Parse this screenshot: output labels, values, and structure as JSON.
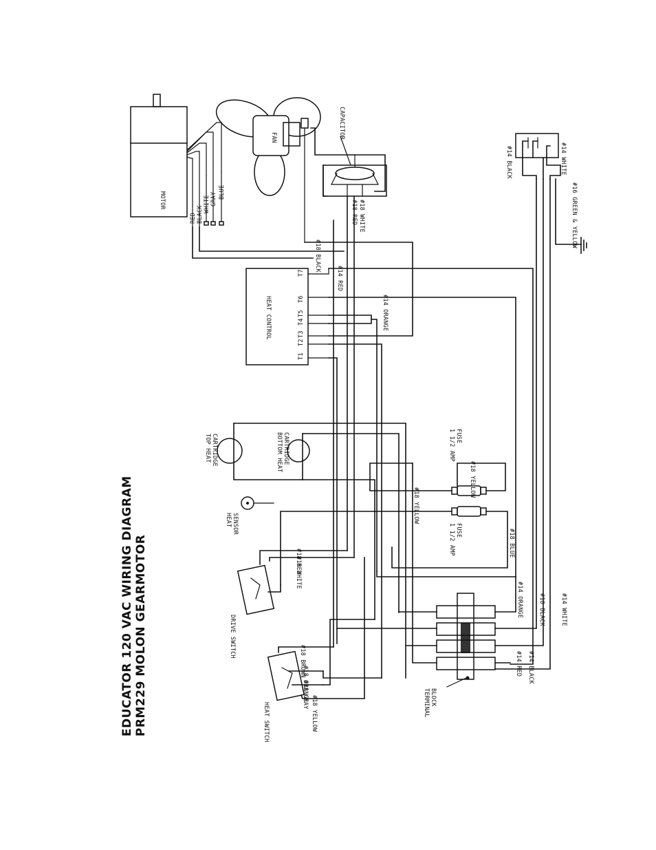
{
  "title": {
    "line1": "EDUCATOR 120 VAC WIRING DIAGRAM",
    "line2": "PRM229 MOLON GEARMOTOR"
  },
  "components": {
    "motor": "MOTOR",
    "fan": "FAN",
    "capacitor": "CAPACITOR",
    "heat_control": "HEAT CONTROL",
    "terminals": [
      "T1",
      "T2",
      "T3",
      "T4",
      "T5",
      "T6",
      "T7"
    ],
    "top_heat_cartridge": [
      "TOP HEAT",
      "CARTRIDGE"
    ],
    "bottom_heat_cartridge": [
      "BOTTOM HEAT",
      "CARTRIDGE"
    ],
    "heat_sensor": [
      "HEAT",
      "SENSOR"
    ],
    "drive_switch": "DRIVE SWITCH",
    "heat_switch": "HEAT SWITCH",
    "terminal_block": [
      "TERMINAL",
      "BLOCK"
    ],
    "fuse_top": [
      "1 1/2 AMP",
      "FUSE"
    ],
    "fuse_bottom": [
      "1 1/2 AMP",
      "FUSE"
    ]
  },
  "wires": {
    "motor_red": "RED",
    "motor_black": "BLACK",
    "motor_white": "WHITE",
    "motor_gray": "GRAY",
    "motor_blue": "BLUE",
    "cap_red": "#18 RED",
    "cap_white": "#18 WHITE",
    "black18": "#18 BLACK",
    "red14": "#14 RED",
    "orange14": "#14 ORANGE",
    "yellow18_a": "#18 YELLOW",
    "yellow18_b": "#18 YELLOW",
    "blue18": "#18 BLUE",
    "red18_ds": "#18 RED",
    "white18_ds": "#18 WHITE",
    "brown18": "#18 BROWN",
    "orange18": "#18 ORANGE",
    "gray18": "#18 GRAY",
    "yellow18_hs": "#18 YELLOW",
    "orange14_tb": "#14 ORANGE",
    "black18_tb": "#18 BLACK",
    "white14_tb": "#14 WHITE",
    "red14_tb": "#14 RED",
    "black14_tb": "#14 BLACK",
    "plug_black": "#14 BLACK",
    "plug_white": "#14 WHITE",
    "ground": "#16 GREEN & YELLOW"
  }
}
